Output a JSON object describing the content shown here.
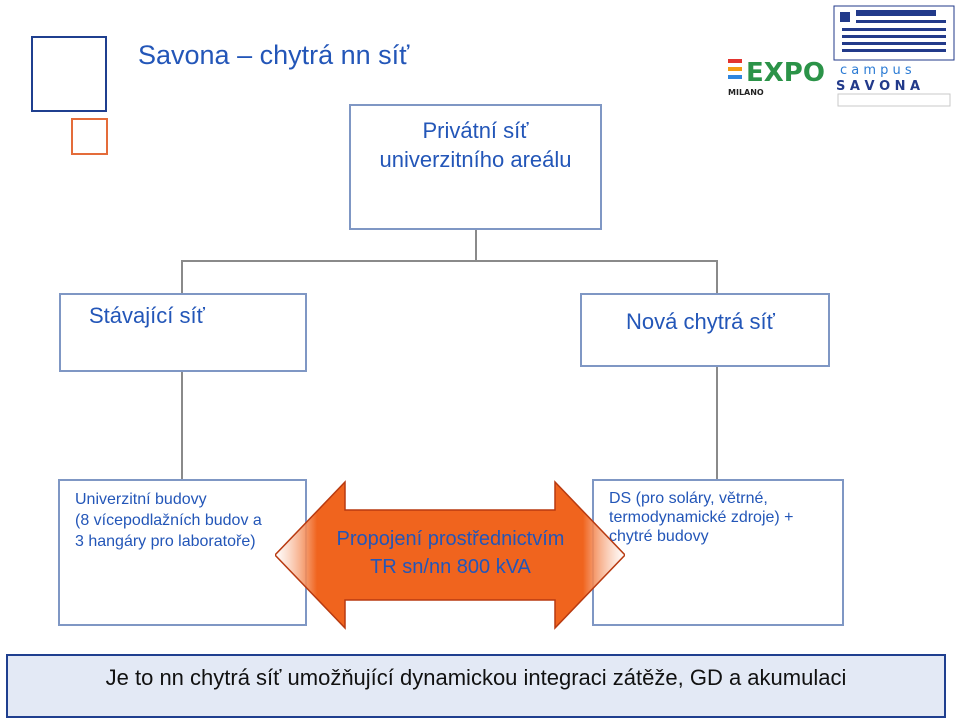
{
  "title": "Savona – chytrá nn síť",
  "boxes": {
    "top": {
      "line1": "Privátní síť",
      "line2": "univerzitního areálu"
    },
    "existing": "Stávající síť",
    "new": "Nová chytrá síť",
    "buildings": {
      "line1": "Univerzitní budovy",
      "line2": "(8 vícepodlažních budov a",
      "line3": "3 hangáry pro laboratoře)"
    },
    "ds": {
      "line1": "DS (pro soláry, větrné,",
      "line2": "termodynamické zdroje) +",
      "line3": "chytré budovy"
    }
  },
  "arrow": {
    "line1": "Propojení prostřednictvím",
    "line2": "TR sn/nn 800 kVA"
  },
  "banner": "Je to nn chytrá síť umožňující dynamickou integraci zátěže, GD a akumulaci",
  "logos": {
    "expo": {
      "word": "EXPO",
      "sub": "MILANO"
    },
    "campus": {
      "top": "c a m p u s",
      "bottom": "S A V O N A"
    }
  },
  "colors": {
    "accent": "#2356b8",
    "arrow_fill": "#f0641e",
    "arrow_stroke": "#b83a10",
    "box_border": "#7f97c4"
  }
}
